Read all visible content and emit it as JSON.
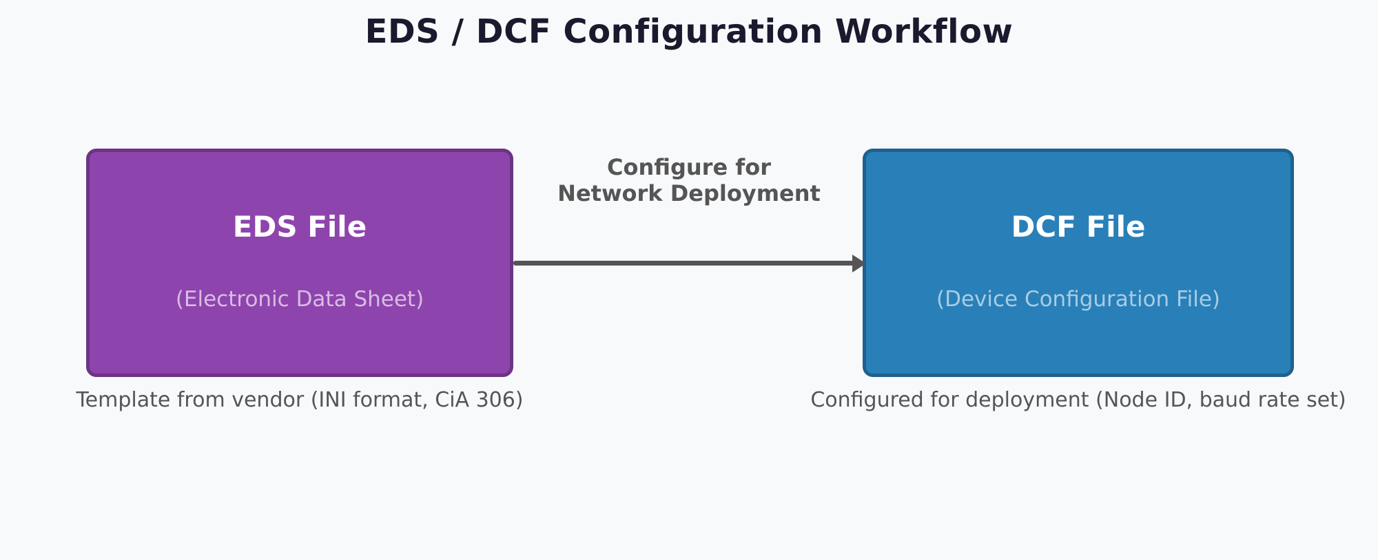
{
  "title": "EDS / DCF Configuration Workflow",
  "diagram": {
    "nodes": [
      {
        "id": "eds",
        "title": "EDS File",
        "subtitle": "(Electronic Data Sheet)",
        "caption": "Template from vendor (INI format, CiA 306)",
        "fill": "#8e44ad",
        "border": "#6c3483",
        "subtitle_color": "#d7bde2"
      },
      {
        "id": "dcf",
        "title": "DCF File",
        "subtitle": "(Device Configuration File)",
        "caption": "Configured for deployment (Node ID, baud rate set)",
        "fill": "#2980b9",
        "border": "#1f618d",
        "subtitle_color": "#a9cce3"
      }
    ],
    "edge": {
      "label_line1": "Configure for",
      "label_line2": "Network Deployment",
      "color": "#555555",
      "direction": "left-to-right"
    }
  },
  "colors": {
    "background": "#f8f9fb",
    "title": "#1a1a2e",
    "text_muted": "#555555"
  }
}
